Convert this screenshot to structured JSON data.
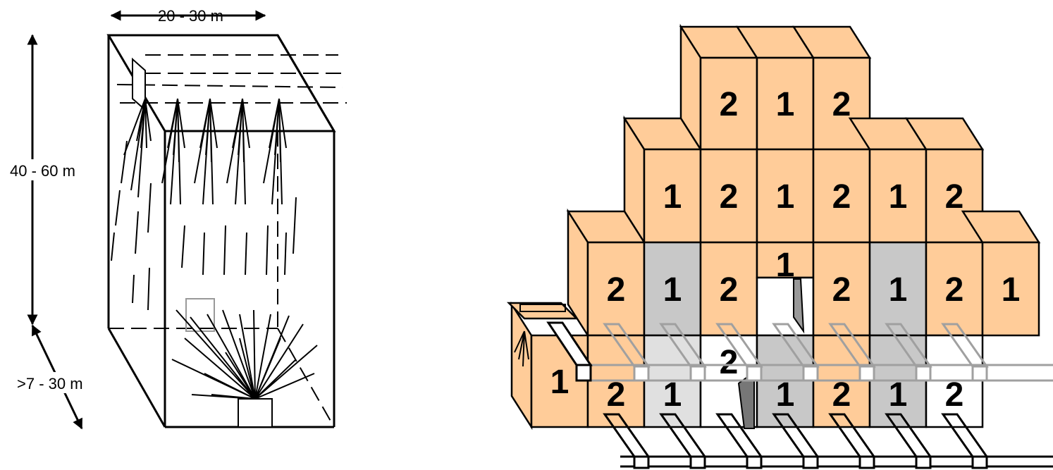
{
  "chamber": {
    "width_label": "20 - 30 m",
    "height_label": "40 - 60 m",
    "depth_label": ">7 - 30 m"
  },
  "blocks": {
    "top_row": [
      "2",
      "1",
      "2"
    ],
    "middle_row": [
      "1",
      "2",
      "1",
      "2",
      "1",
      "2"
    ],
    "upper_tier": [
      "2",
      "1",
      "2",
      "1",
      "2",
      "1",
      "2",
      "1"
    ],
    "lower_tier": [
      "1",
      "2",
      "1",
      "2",
      "1",
      "2",
      "1",
      "2"
    ]
  },
  "colors": {
    "block_fill": "#FFCC99",
    "mined_gray": "#C8C8C8",
    "light_gray": "#E0E0E0",
    "rail_gray": "#A0A0A0",
    "outline": "#000000"
  }
}
